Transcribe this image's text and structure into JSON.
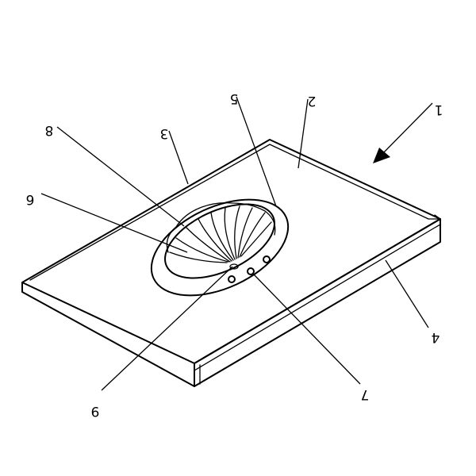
{
  "figure": {
    "background": "#ffffff",
    "line_color": "#000000",
    "text_mirrored": true,
    "reference_numerals": {
      "assembly": "1",
      "countertop_surface": "2",
      "rear_edge": "3",
      "front_apron": "4",
      "basin_rim": "5",
      "basin_bowl": "6",
      "faucet_hole": "7",
      "basin_flutes": "8",
      "drain": "9"
    }
  }
}
